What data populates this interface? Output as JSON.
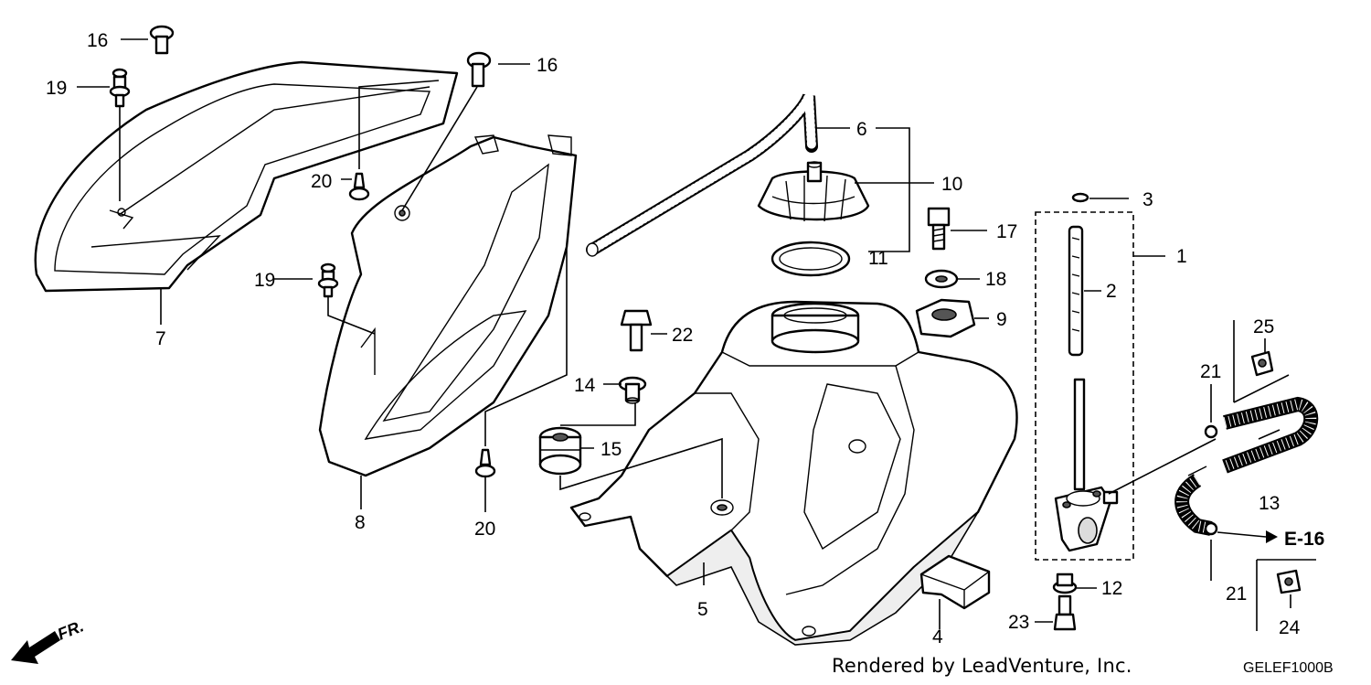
{
  "callouts": {
    "c1": "1",
    "c2": "2",
    "c3": "3",
    "c4": "4",
    "c5": "5",
    "c6": "6",
    "c7": "7",
    "c8": "8",
    "c9": "9",
    "c10": "10",
    "c11": "11",
    "c12": "12",
    "c13": "13",
    "c14": "14",
    "c15": "15",
    "c16a": "16",
    "c16b": "16",
    "c17": "17",
    "c18": "18",
    "c19a": "19",
    "c19b": "19",
    "c20a": "20",
    "c20b": "20",
    "c21a": "21",
    "c21b": "21",
    "c22": "22",
    "c23": "23",
    "c24": "24",
    "c25": "25"
  },
  "ref_label": "E-16",
  "front_marker": "FR.",
  "footer": {
    "render_note": "Rendered by LeadVenture, Inc.",
    "diagram_code": "GELEF1000B"
  }
}
